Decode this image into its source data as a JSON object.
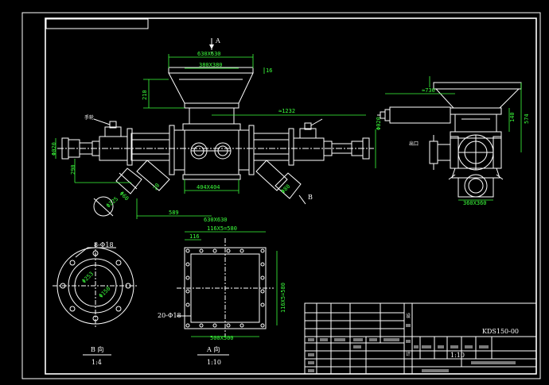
{
  "drawing_code": "KDS150-00",
  "scale_main": "1:10",
  "title_block": {
    "scale_value": "1:10",
    "label_a": "设",
    "label_b": "计"
  },
  "views": {
    "a_view_arrow": "A",
    "b_view_arrow": "B",
    "b_view_label": "B 向",
    "b_view_scale": "1:4",
    "a_view_label": "A 向",
    "a_view_scale": "1:10"
  },
  "dimensions": {
    "top_630": "630X630",
    "top_380": "380X380",
    "dim_16": "16",
    "dim_210": "210",
    "dim_1232": "≈1232",
    "dim_020": "Φ020",
    "dim_d20_left": "Φ020",
    "dim_290": "290",
    "dim_d60": "Φ60",
    "dim_20": "20",
    "dim_404": "404X404",
    "dim_d80": "Φ80",
    "dim_589": "589",
    "dim_630b": "630X630",
    "dim_d225": "Φ225",
    "dim_d30_right": "Φ30",
    "dim_730": "≈730",
    "dim_140": "140",
    "dim_574": "574",
    "dim_360": "360X360",
    "dim_8_d18": "8-Φ18",
    "dim_d253": "Φ253",
    "dim_d150": "Φ150",
    "dim_116x5": "116X5=580",
    "dim_116": "116",
    "dim_116x5v": "116X5=580",
    "dim_20_d18": "20-Φ18",
    "dim_500": "500X500"
  },
  "notes": {
    "handwheel": "手轮",
    "outlet": "出口"
  }
}
